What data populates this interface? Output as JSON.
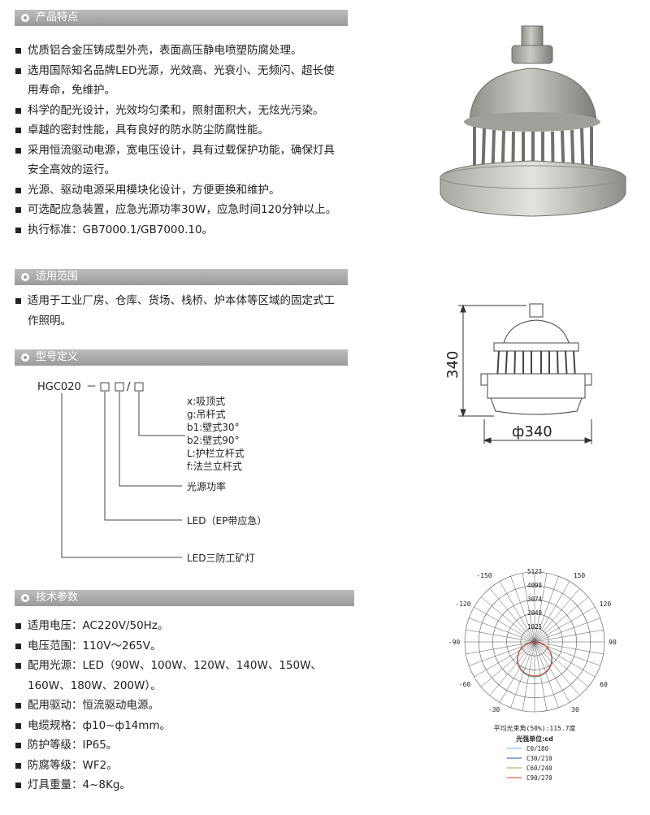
{
  "sections": {
    "features_title": "产品特点",
    "scope_title": "适用范围",
    "model_title": "型号定义",
    "params_title": "技术参数"
  },
  "features": [
    "优质铝合金压铸成型外壳，表面高压静电喷塑防腐处理。",
    "选用国际知名品牌LED光源，光效高、光衰小、无频闪、超长使",
    "用寿命，免维护。",
    "科学的配光设计，光效均匀柔和，照射面积大，无炫光污染。",
    "卓越的密封性能，具有良好的防水防尘防腐性能。",
    "采用恒流驱动电源，宽电压设计，具有过载保护功能，确保灯具",
    "安全高效的运行。",
    "光源、驱动电源采用模块化设计，方便更换和维护。",
    "可选配应急装置，应急光源功率30W，应急时间120分钟以上。",
    "执行标准：GB7000.1/GB7000.10。"
  ],
  "scope": [
    "适用于工业厂房、仓库、货场、栈桥、炉本体等区域的固定式工",
    "作照明。"
  ],
  "model": {
    "code": "HGC020",
    "dash": "－",
    "slash": "/",
    "mount_options": [
      "x:吸顶式",
      "g:吊杆式",
      "b1:壁式30°",
      "b2:壁式90°",
      "L:护栏立杆式",
      "f:法兰立杆式"
    ],
    "power_label": "光源功率",
    "led_label": "LED（EP带应急）",
    "product_label": "LED三防工矿灯"
  },
  "params": [
    "适用电压：AC220V/50Hz。",
    "电压范围：110V～265V。",
    "配用光源：LED（90W、100W、120W、140W、150W、",
    "160W、180W、200W）。",
    "配用驱动：恒流驱动电源。",
    "电缆规格：ф10~ф14mm。",
    "防护等级：IP65。",
    "防腐等级：WF2。",
    "灯具重量：4~8Kg。"
  ],
  "dimension": {
    "height_label": "340",
    "diameter_label": "ф340"
  },
  "polar": {
    "angle_labels": {
      "n150": "-150",
      "p150": "150",
      "n120": "-120",
      "p120": "120",
      "n90": "-90",
      "p90": "90",
      "n60": "-60",
      "p60": "60",
      "n30": "-30",
      "p30": "30"
    },
    "radial_labels": [
      "5123",
      "4098",
      "3074",
      "2049",
      "1025"
    ],
    "beam_angle": "平均光束角(50%):115.7度",
    "unit_label": "光强单位:cd",
    "legend": [
      {
        "name": "C0/180",
        "color": "#6fb7e6"
      },
      {
        "name": "C30/210",
        "color": "#2b4fb3"
      },
      {
        "name": "C60/240",
        "color": "#7fb84a"
      },
      {
        "name": "C90/270",
        "color": "#d93a2b"
      }
    ]
  }
}
